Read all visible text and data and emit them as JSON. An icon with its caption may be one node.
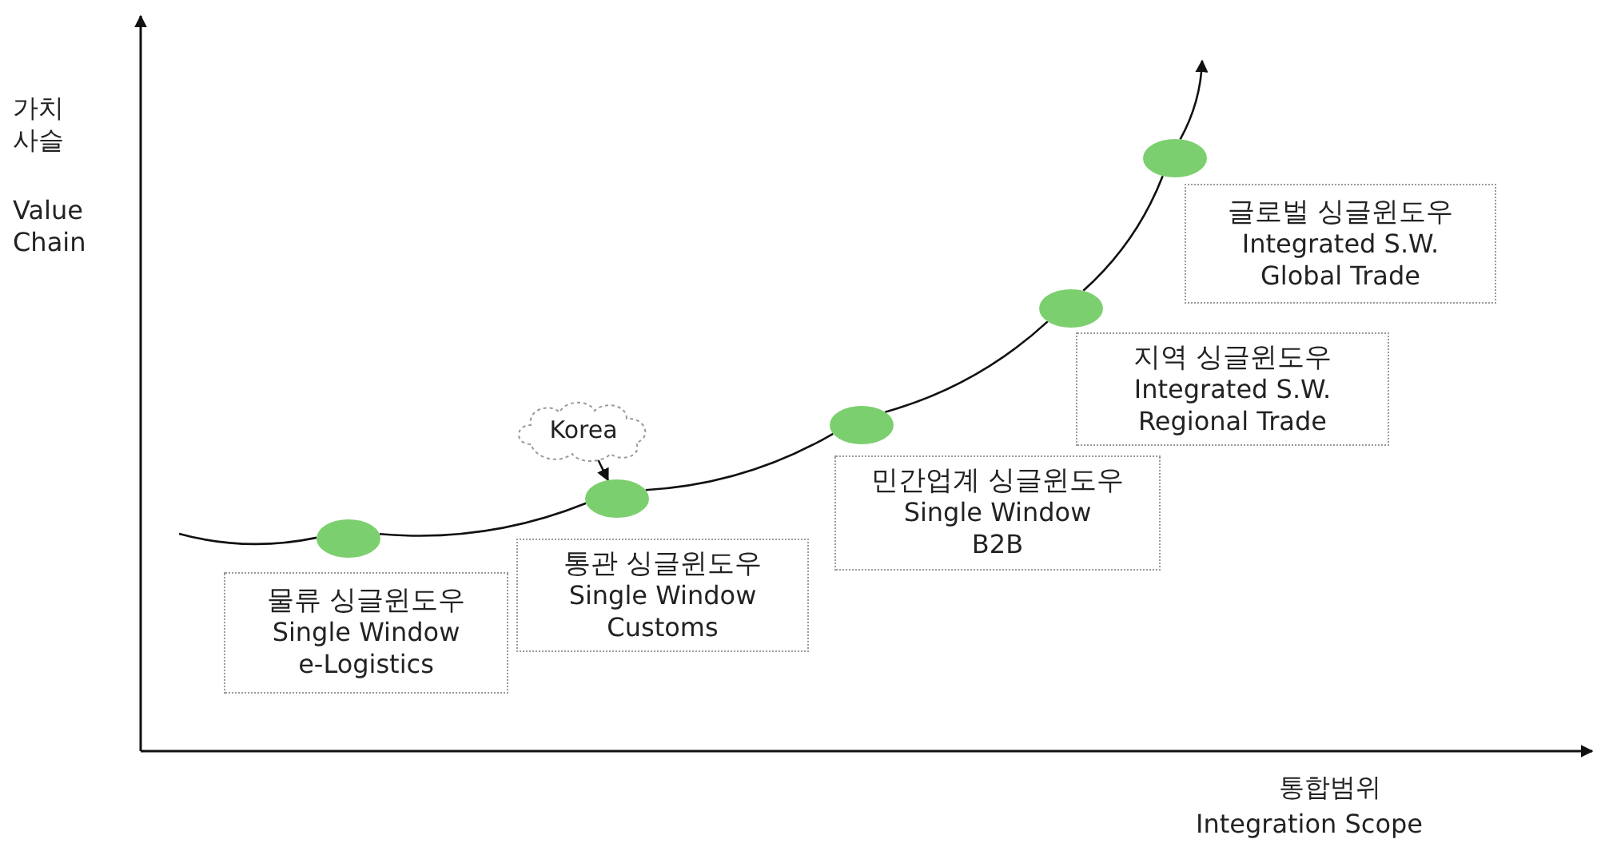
{
  "diagram": {
    "nodes": [
      {
        "text": [],
        "shape": "ellipse"
      },
      {
        "text": [],
        "shape": "ellipse"
      },
      {
        "text": [],
        "shape": "ellipse"
      },
      {
        "text": [],
        "shape": "ellipse"
      },
      {
        "text": [],
        "shape": "ellipse"
      },
      {
        "text": [
          "Korea"
        ]
      },
      {
        "text": [
          "물류 싱글윈도우",
          "Single Window e-Logistics"
        ]
      },
      {
        "text": [
          "통관 싱글윈도우",
          "Single Window Customs"
        ]
      },
      {
        "text": [
          "민간업계 싱글윈도우",
          "Single Window B2B"
        ]
      },
      {
        "text": [
          "지역 싱글윈도우",
          "Integrated S.W. Regional Trade"
        ]
      },
      {
        "text": [
          "글로벌 싱글윈도우",
          "Integrated S.W. Global Trade"
        ]
      }
    ],
    "edges": [
      {
        "from": null,
        "to": 0,
        "arrow": "none"
      },
      {
        "from": 0,
        "to": 1,
        "arrow": "none"
      },
      {
        "from": 1,
        "to": 2,
        "arrow": "none"
      },
      {
        "from": 2,
        "to": 3,
        "arrow": "none"
      },
      {
        "from": 3,
        "to": 4,
        "arrow": "none"
      },
      {
        "from": 4,
        "to": null,
        "arrow": "to"
      },
      {
        "from": 5,
        "to": 1,
        "arrow": "to"
      }
    ],
    "labels": [
      "가치 사슬",
      "Value Chain",
      "통합범위",
      "Integration Scope"
    ]
  }
}
